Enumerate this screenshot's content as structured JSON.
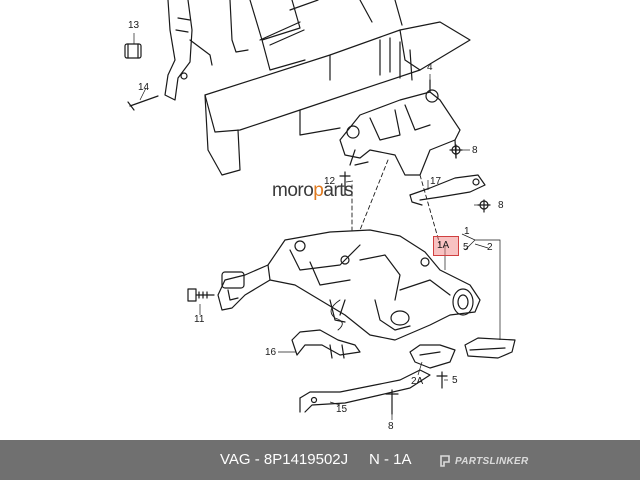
{
  "watermark": {
    "prefix": "moro",
    "accent": "p",
    "suffix": "arts"
  },
  "callouts": [
    {
      "id": "13",
      "text": "13"
    },
    {
      "id": "14",
      "text": "14"
    },
    {
      "id": "4",
      "text": "4"
    },
    {
      "id": "8a",
      "text": "8"
    },
    {
      "id": "12",
      "text": "12"
    },
    {
      "id": "17",
      "text": "17"
    },
    {
      "id": "8b",
      "text": "8"
    },
    {
      "id": "1",
      "text": "1"
    },
    {
      "id": "1A",
      "text": "1A"
    },
    {
      "id": "5a",
      "text": "5"
    },
    {
      "id": "2",
      "text": "2"
    },
    {
      "id": "11",
      "text": "11"
    },
    {
      "id": "16",
      "text": "16"
    },
    {
      "id": "2A",
      "text": "2A"
    },
    {
      "id": "5b",
      "text": "5"
    },
    {
      "id": "15",
      "text": "15"
    },
    {
      "id": "8c",
      "text": "8"
    }
  ],
  "highlight": {
    "target": "1A",
    "color": "#f07878"
  },
  "footer": {
    "text": "VAG - 8P1419502J     N - 1A",
    "brand": "PARTSLINKER",
    "background": "#707070"
  }
}
